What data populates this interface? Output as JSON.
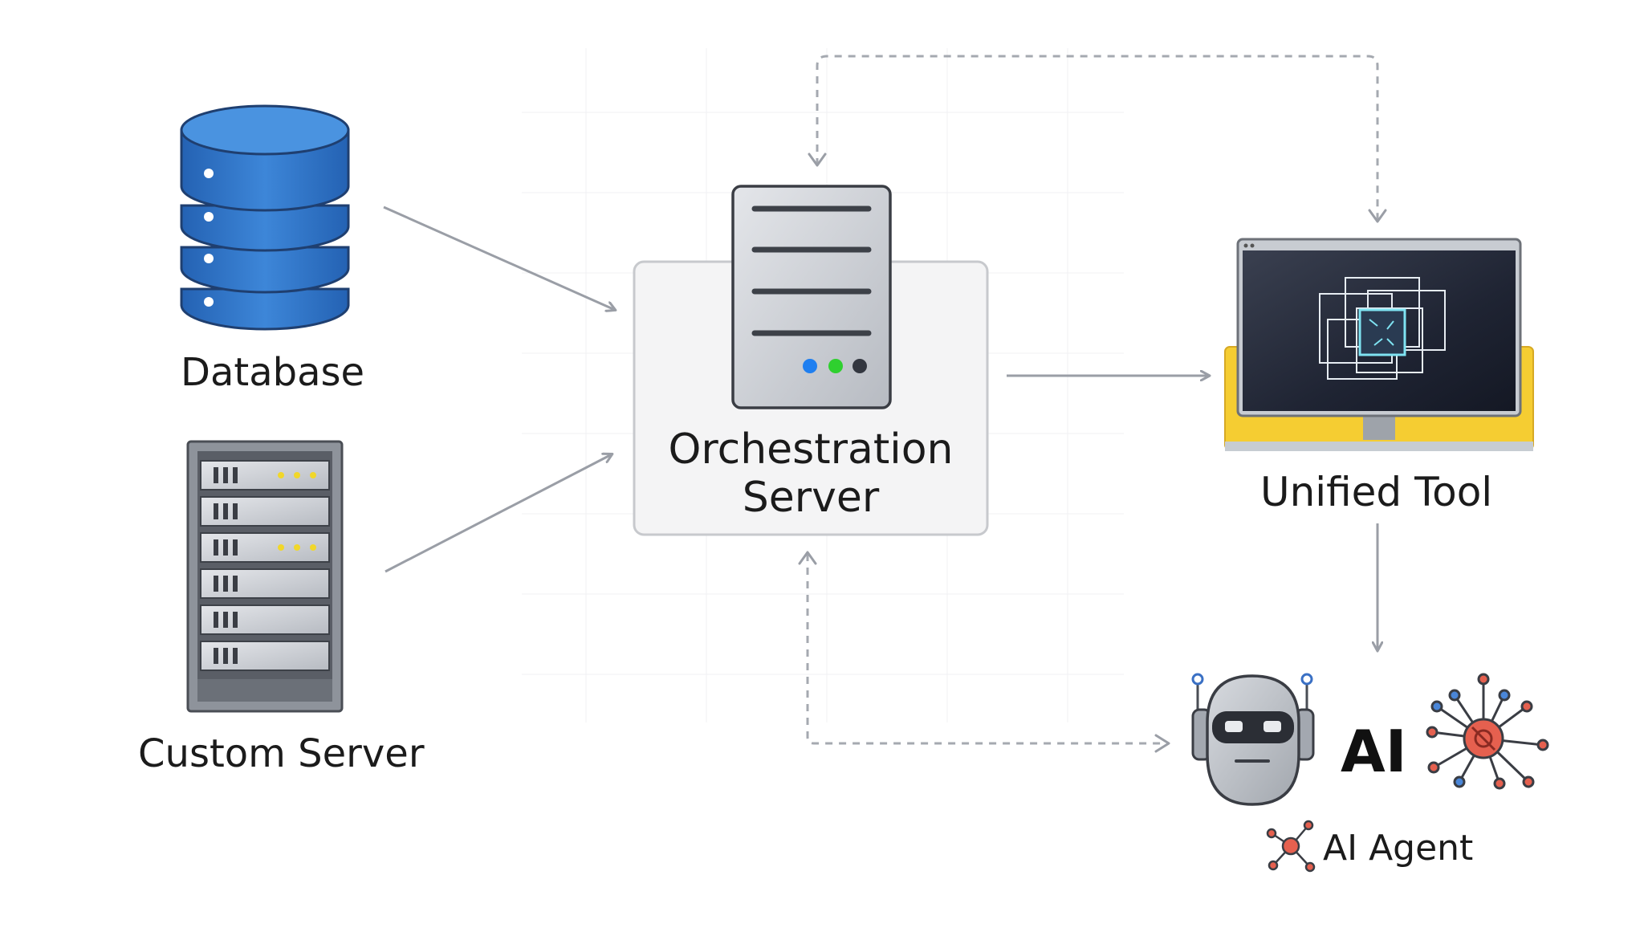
{
  "nodes": {
    "database": {
      "label": "Database"
    },
    "custom_server": {
      "label": "Custom Server"
    },
    "orchestration": {
      "line1": "Orchestration",
      "line2": "Server"
    },
    "unified_tool": {
      "label": "Unified Tool"
    },
    "ai_agent": {
      "big_text": "AI",
      "label": "AI Agent"
    }
  },
  "colors": {
    "database_blue": "#2f74c8",
    "arrow_gray": "#9a9ea6",
    "tool_yellow": "#f5cd32",
    "server_gray": "#c9ccd2",
    "led_blue": "#1f7ff0",
    "led_green": "#2fd02f",
    "network_red": "#e5604f",
    "network_blue": "#4a86d8"
  }
}
